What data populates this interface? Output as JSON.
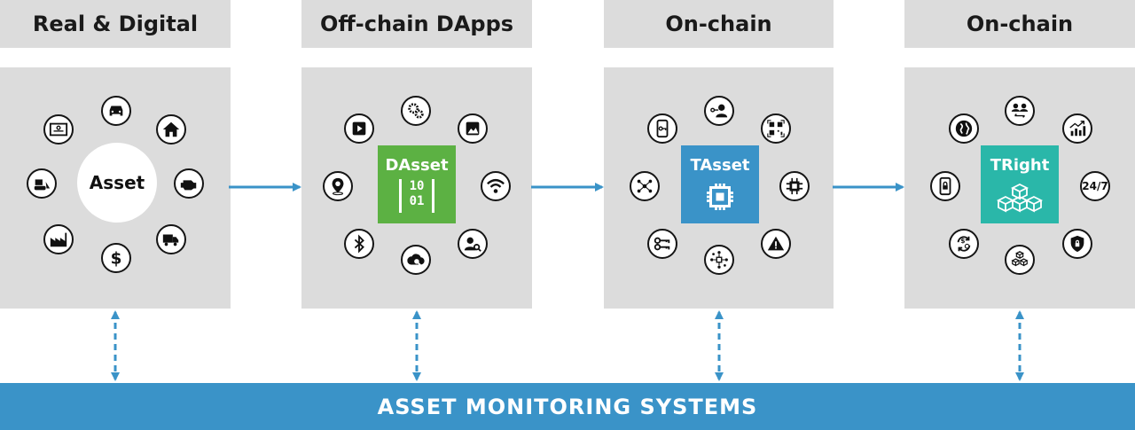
{
  "headers": [
    "Real & Digital",
    "Off-chain DApps",
    "On-chain",
    "On-chain"
  ],
  "panel1": {
    "center_label": "Asset",
    "icons": [
      "certificate-icon",
      "car-icon",
      "house-icon",
      "bulldozer-icon",
      "engine-icon",
      "factory-icon",
      "dollar-icon",
      "truck-icon"
    ]
  },
  "panel2": {
    "tile_label": "DAsset",
    "binary_line1": "10",
    "binary_line2": "01",
    "icons": [
      "video-icon",
      "gears-icon",
      "image-icon",
      "location-icon",
      "wifi-icon",
      "bluetooth-icon",
      "cloud-search-icon",
      "user-search-icon"
    ]
  },
  "panel3": {
    "tile_label": "TAsset",
    "icons": [
      "phone-key-icon",
      "user-key-icon",
      "qr-code-icon",
      "network-icon",
      "chip-icon",
      "keys-icon",
      "blockchain-network-icon",
      "warning-icon"
    ]
  },
  "panel4": {
    "tile_label": "TRight",
    "badge_24_7": "24/7",
    "icons": [
      "globe-icon",
      "users-exchange-icon",
      "chart-up-icon",
      "phone-lock-icon",
      "sync-money-icon",
      "blocks-icon",
      "shield-lock-icon"
    ]
  },
  "footer": {
    "label": "ASSET MONITORING SYSTEMS"
  },
  "colors": {
    "panel": "#dcdcdc",
    "arrow": "#3a93c8",
    "bar": "#3a93c8",
    "dasset": "#5cb143",
    "tasset": "#3a93c8",
    "tright": "#2ab7a9"
  }
}
